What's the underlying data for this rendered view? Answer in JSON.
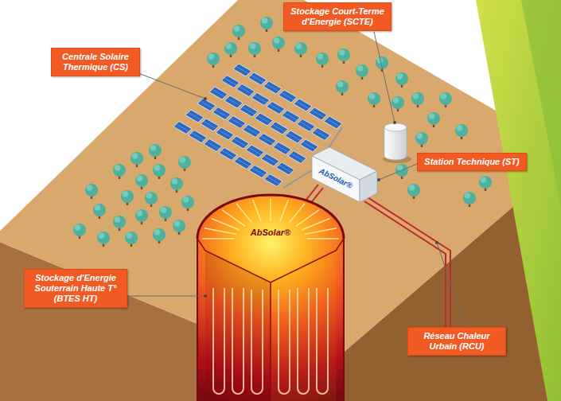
{
  "diagram": {
    "nodes": [
      {
        "text": [
          "Centrale Solaire Thermique (CS)"
        ]
      },
      {
        "text": [
          "Stockage Court-Terme d'Energie (SCTE)"
        ]
      },
      {
        "text": [
          "Station Technique (ST)"
        ]
      },
      {
        "text": [
          "Stockage d'Energie Souterrain Haute T° (BTES HT)"
        ]
      },
      {
        "text": [
          "Réseau Chaleur Urbain (RCU)"
        ]
      }
    ],
    "labels": [
      "AbSolar®",
      "AbSolar®"
    ]
  }
}
